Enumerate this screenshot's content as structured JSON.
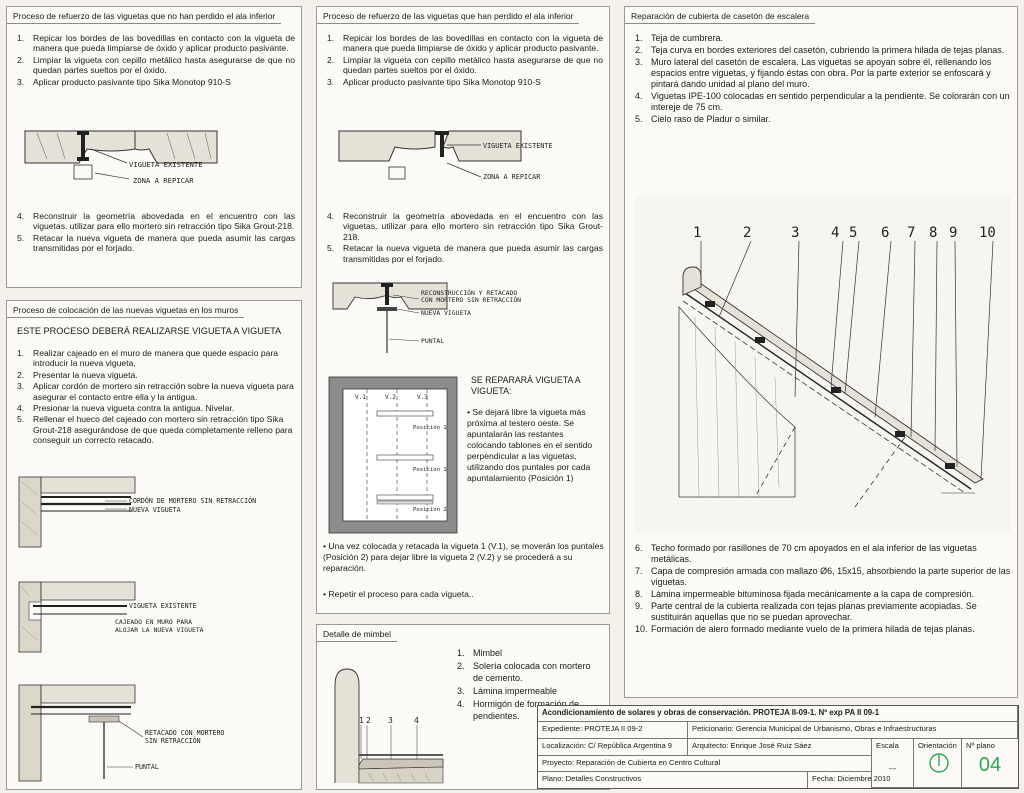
{
  "panel1": {
    "title": "Proceso de refuerzo de las viguetas que no han perdido el ala inferior",
    "steps_a": [
      {
        "n": "1.",
        "t": "Repicar los bordes de las bovedillas en contacto con la vigueta de manera que pueda limpiarse de óxido y aplicar producto pasivante."
      },
      {
        "n": "2.",
        "t": "Limpiar la vigueta con cepillo metálico hasta asegurarse de que no quedan partes sueltos por el óxido."
      },
      {
        "n": "3.",
        "t": "Aplicar producto pasivante tipo Sika Monotop 910-S"
      }
    ],
    "sketch_labels": [
      "VIGUETA EXISTENTE",
      "ZONA A REPICAR"
    ],
    "steps_b": [
      {
        "n": "4.",
        "t": "Reconstruir la geometría abovedada en el encuentro con las viguetas. utilizar para ello mortero sin retracción tipo Sika Grout-218."
      },
      {
        "n": "5.",
        "t": "Retacar la nueva vigueta de manera que pueda asumir las cargas transmitidas por el forjado."
      }
    ]
  },
  "panel2": {
    "title": "Proceso de colocación de las nuevas viguetas en los muros",
    "subtitle": "ESTE PROCESO DEBERÁ REALIZARSE VIGUETA A VIGUETA",
    "steps": [
      {
        "n": "1.",
        "t": "Realizar cajeado en el muro de manera que quede espacio para introducir la nueva vigueta,"
      },
      {
        "n": "2.",
        "t": "Presentar la nueva vigueta."
      },
      {
        "n": "3.",
        "t": "Aplicar cordón de mortero sin retracción sobre la nueva vigueta para asegurar el contacto entre ella y la antigua."
      },
      {
        "n": "4.",
        "t": "Presionar la nueva vigueta contra la antigua. Nivelar."
      },
      {
        "n": "5.",
        "t": "Rellenar el hueco del cajeado con mortero sin retracción tipo Sika Grout-218 asegurándose de que queda completamente relleno para conseguir un correcto retacado."
      }
    ],
    "sketch1": [
      "CORDÓN DE MORTERO SIN RETRACCIÓN",
      "NUEVA VIGUETA"
    ],
    "sketch2": [
      "VIGUETA EXISTENTE",
      "CAJEADO EN MURO PARA",
      "ALOJAR LA NUEVA VIGUETA"
    ],
    "sketch3": [
      "RETACADO CON MORTERO",
      "SIN RETRACCIÓN",
      "PUNTAL"
    ]
  },
  "panel3": {
    "title": "Proceso de refuerzo de las viguetas que han perdido el ala inferior",
    "steps_a": [
      {
        "n": "1.",
        "t": "Repicar los bordes de las bovedillas en contacto con la vigueta de manera que pueda limpiarse de óxido y aplicar producto pasivante."
      },
      {
        "n": "2.",
        "t": "Limpiar la vigueta con cepillo metálico hasta asegurarse de que no quedan partes sueltos por el óxido."
      },
      {
        "n": "3.",
        "t": "Aplicar producto pasivante tipo Sika Monotop 910-S"
      }
    ],
    "sketch_labels": [
      "VIGUETA EXISTENTE",
      "ZONA A REPICAR"
    ],
    "steps_b": [
      {
        "n": "4.",
        "t": "Reconstruir la geometría abovedada en el encuentro con las viguetas. utilizar para ello mortero sin retracción tipo Sika Grout-218."
      },
      {
        "n": "5.",
        "t": "Retacar la nueva vigueta de manera que pueda asumir las cargas transmitidas por el forjado."
      }
    ],
    "sketch2_labels": [
      "RECONSTRUCCIÓN Y RETACADO",
      "CON MORTERO SIN RETRACCIÓN",
      "NUEVA VIGUETA",
      "PUNTAL"
    ],
    "plan_labels": {
      "v1": "V.1",
      "v2": "V.2",
      "v3": "V.3",
      "pos1a": "Posición 1",
      "pos1b": "Posición 1",
      "pos2": "Posición 2"
    },
    "repair_heading": "SE REPARARÁ VIGUETA A VIGUETA:",
    "repair_bullet1": "Se dejará libre la vigueta más próxima al testero oeste. Se apuntalarán las restantes colocando tablones en el sentido perpendicular a las viguetas, utilizando dos puntales por cada apuntalamiento (Posición 1)",
    "repair_bullet2": "Una vez colocada y retacada la vigueta 1 (V.1), se moverán los puntales (Posición 2) para dejar libre la vigueta 2 (V.2) y se procederá a su reparación.",
    "repair_bullet3": "Repetir el proceso para cada vigueta.."
  },
  "panel4": {
    "title": "Detalle de mimbel",
    "sketch_numbers": [
      "1",
      "2",
      "3",
      "4"
    ],
    "items": [
      {
        "n": "1.",
        "t": "Mimbel"
      },
      {
        "n": "2.",
        "t": "Solería colocada con mortero de cemento."
      },
      {
        "n": "3.",
        "t": "Lámina impermeable"
      },
      {
        "n": "4.",
        "t": "Hormigón de formación de pendientes."
      }
    ]
  },
  "panel5": {
    "title": "Reparación de cubierta de casetón de escalera",
    "items_a": [
      {
        "n": "1.",
        "t": "Teja de cumbrera."
      },
      {
        "n": "2.",
        "t": "Teja curva en bordes exteriores del casetón, cubriendo la primera hilada de tejas planas."
      },
      {
        "n": "3.",
        "t": "Muro lateral del casetón de escalera. Las viguetas se apoyan sobre él, rellenando los espacios entre viguetas, y fijando éstas con obra. Por la parte exterior se enfoscará y pintará dando unidad al plano del muro."
      },
      {
        "n": "4.",
        "t": "Viguetas IPE-100 colocadas en sentido perpendicular a la pendiente. Se colorarán con un intereje de 75 cm."
      },
      {
        "n": "5.",
        "t": "Cielo raso de Pladur o similar."
      }
    ],
    "diagram_numbers": [
      "1",
      "2",
      "3",
      "4",
      "5",
      "6",
      "7",
      "8",
      "9",
      "10"
    ],
    "items_b": [
      {
        "n": "6.",
        "t": "Techo formado por rasillones de 70 cm apoyados en el ala inferior de las viguetas metálicas."
      },
      {
        "n": "7.",
        "t": "Capa de compresión armada con mallazo Ø6, 15x15, absorbiendo la parte superior de las viguetas."
      },
      {
        "n": "8.",
        "t": "Lámina impermeable bituminosa fijada mecánicamente a la capa de compresión."
      },
      {
        "n": "9.",
        "t": "Parte central de la cubierta realizada con tejas planas previamente acopiadas. Se sustituirán aquellas que no se puedan aprovechar."
      },
      {
        "n": "10.",
        "t": "Formación de alero formado mediante vuelo de la primera hilada de tejas planas."
      }
    ]
  },
  "titleblock": {
    "header": "Acondicionamiento de solares y obras de conservación. PROTEJA II-09-1. Nº exp PA II 09-1",
    "expediente": "Expediente: PROTEJA II 09-2",
    "peticionario": "Peticionario: Gerencia Municipal de Urbanismo, Obras e Infraestructuras",
    "localizacion": "Localización: C/ República Argentina 9",
    "arquitecto": "Arquitecto: Enrique José Ruiz Sáez",
    "escala_label": "Escala",
    "escala_value": "---",
    "orientacion_label": "Orientación",
    "nplano_label": "Nº plano",
    "nplano_value": "04",
    "proyecto": "Proyecto: Reparación de Cubierta en Centro Cultural",
    "plano": "Plano: Detalles Constructivos",
    "fecha": "Fecha: Diciembre 2010",
    "accent": "#2fa84f"
  }
}
